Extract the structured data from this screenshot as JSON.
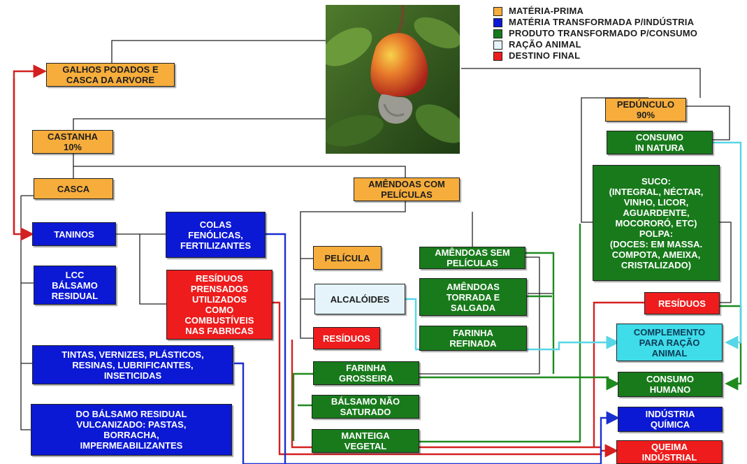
{
  "legend": [
    {
      "label": "MATÉRIA-PRIMA",
      "color": "#f7ad3c"
    },
    {
      "label": "MATÉRIA TRANSFORMADA P/INDÚSTRIA",
      "color": "#0b18d4"
    },
    {
      "label": "PRODUTO TRANSFORMADO P/CONSUMO",
      "color": "#187a1b"
    },
    {
      "label": "RAÇÃO ANIMAL",
      "color": "#e4f4fa"
    },
    {
      "label": "DESTINO FINAL",
      "color": "#ee1c1c"
    }
  ],
  "photo": {
    "subject": "cashew-fruit-photo"
  },
  "nodes": {
    "galhos": "GALHOS PODADOS E\nCASCA DA ARVORE",
    "castanha": "CASTANHA\n10%",
    "casca": "CASCA",
    "taninos": "TANINOS",
    "lcc": "LCC\nBÁLSAMO\nRESIDUAL",
    "tintas": "TINTAS, VERNIZES, PLÁSTICOS,\nRESINAS, LUBRIFICANTES,\nINSETICIDAS",
    "balsamo_vulc": "DO BÁLSAMO RESIDUAL\nVULCANIZADO: PASTAS,\nBORRACHA,\nIMPERMEABILIZANTES",
    "colas": "COLAS\nFENÓLICAS,\nFERTILIZANTES",
    "residuos_prensados": "RESÍDUOS\nPRENSADOS\nUTILIZADOS\nCOMO\nCOMBUSTÍVEIS\nNAS FABRICAS",
    "amendoas_com": "AMÊNDOAS COM\nPELÍCULAS",
    "pelicula": "PELÍCULA",
    "alcaloides": "ALCALÓIDES",
    "residuos_mid": "RESÍDUOS",
    "amendoas_sem": "AMÊNDOAS SEM\nPELÍCULAS",
    "amendoas_torrada": "AMÊNDOAS\nTORRADA E\nSALGADA",
    "farinha_refinada": "FARINHA\nREFINADA",
    "farinha_grosseira": "FARINHA\nGROSSEIRA",
    "balsamo_nao": "BÁLSAMO NÃO\nSATURADO",
    "manteiga": "MANTEIGA\nVEGETAL",
    "pedunculo": "PEDÚNCULO\n90%",
    "consumo_natura": "CONSUMO\nIN NATURA",
    "suco": "SUCO:\n(INTEGRAL, NÉCTAR,\nVINHO, LICOR,\nAGUARDENTE,\nMOCORORÓ, ETC)\nPOLPA:\n(DOCES: EM MASSA.\nCOMPOTA, AMEIXA,\nCRISTALIZADO)",
    "residuos_right": "RESÍDUOS",
    "complemento": "COMPLEMENTO\nPARA RAÇÃO\nANIMAL",
    "consumo_humano": "CONSUMO\nHUMANO",
    "industria_quimica": "INDÚSTRIA\nQUÍMICA",
    "queima": "QUEIMA\nINDÚSTRIAL"
  },
  "wire_colors": {
    "black": "#222222",
    "red": "#d42020",
    "blue": "#1a2fd0",
    "green": "#1e8a1e",
    "cyan": "#56d6e6"
  }
}
